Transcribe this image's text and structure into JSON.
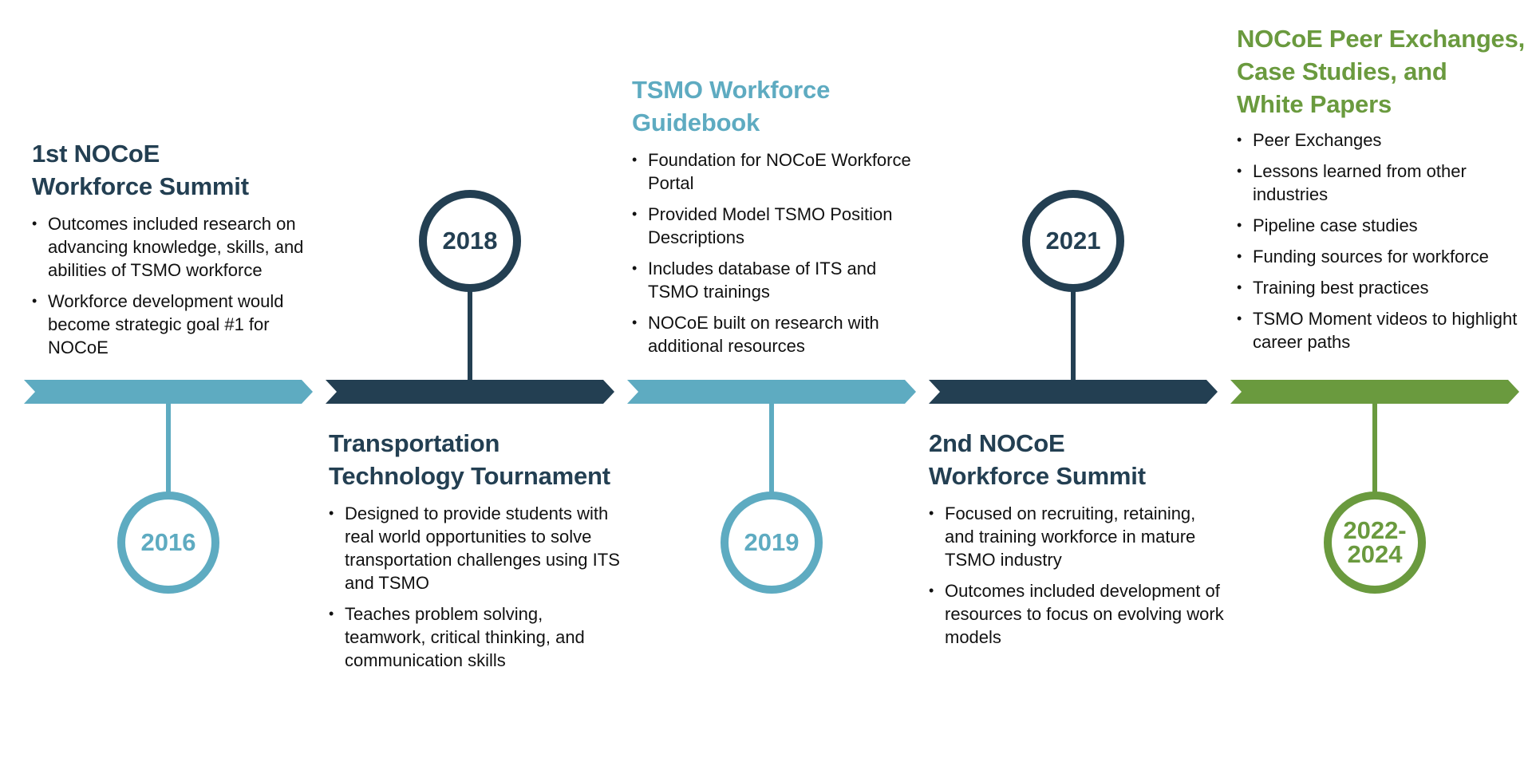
{
  "colors": {
    "light_blue": "#5eabc1",
    "dark_navy": "#233f52",
    "green": "#6a9a3e",
    "text": "#111111"
  },
  "milestones": [
    {
      "year_lines": [
        "2016"
      ],
      "title_lines": [
        "1st NOCoE",
        "Workforce Summit"
      ],
      "bullets": [
        "Outcomes included research on advancing knowledge, skills, and abilities of TSMO workforce",
        "Workforce development would become strategic goal #1 for NOCoE"
      ]
    },
    {
      "year_lines": [
        "2018"
      ],
      "title_lines": [
        "Transportation",
        "Technology Tournament"
      ],
      "bullets": [
        "Designed to provide students with real world opportunities to solve transportation challenges using ITS and TSMO",
        "Teaches problem solving, teamwork, critical thinking, and communication skills"
      ]
    },
    {
      "year_lines": [
        "2019"
      ],
      "title_lines": [
        "TSMO Workforce",
        "Guidebook"
      ],
      "bullets": [
        "Foundation for NOCoE Workforce Portal",
        "Provided Model TSMO Position Descriptions",
        "Includes database of ITS and TSMO trainings",
        "NOCoE built on research with additional resources"
      ]
    },
    {
      "year_lines": [
        "2021"
      ],
      "title_lines": [
        "2nd NOCoE",
        "Workforce Summit"
      ],
      "bullets": [
        "Focused on recruiting, retaining, and training workforce in mature TSMO industry",
        "Outcomes included development of resources to focus on evolving work models"
      ]
    },
    {
      "year_lines": [
        "2022-",
        "2024"
      ],
      "title_lines": [
        "NOCoE Peer Exchanges,",
        "Case Studies, and",
        "White Papers"
      ],
      "bullets": [
        "Peer Exchanges",
        "Lessons learned from other industries",
        "Pipeline case studies",
        "Funding sources for workforce",
        "Training best practices",
        "TSMO Moment videos to highlight career paths"
      ]
    }
  ]
}
